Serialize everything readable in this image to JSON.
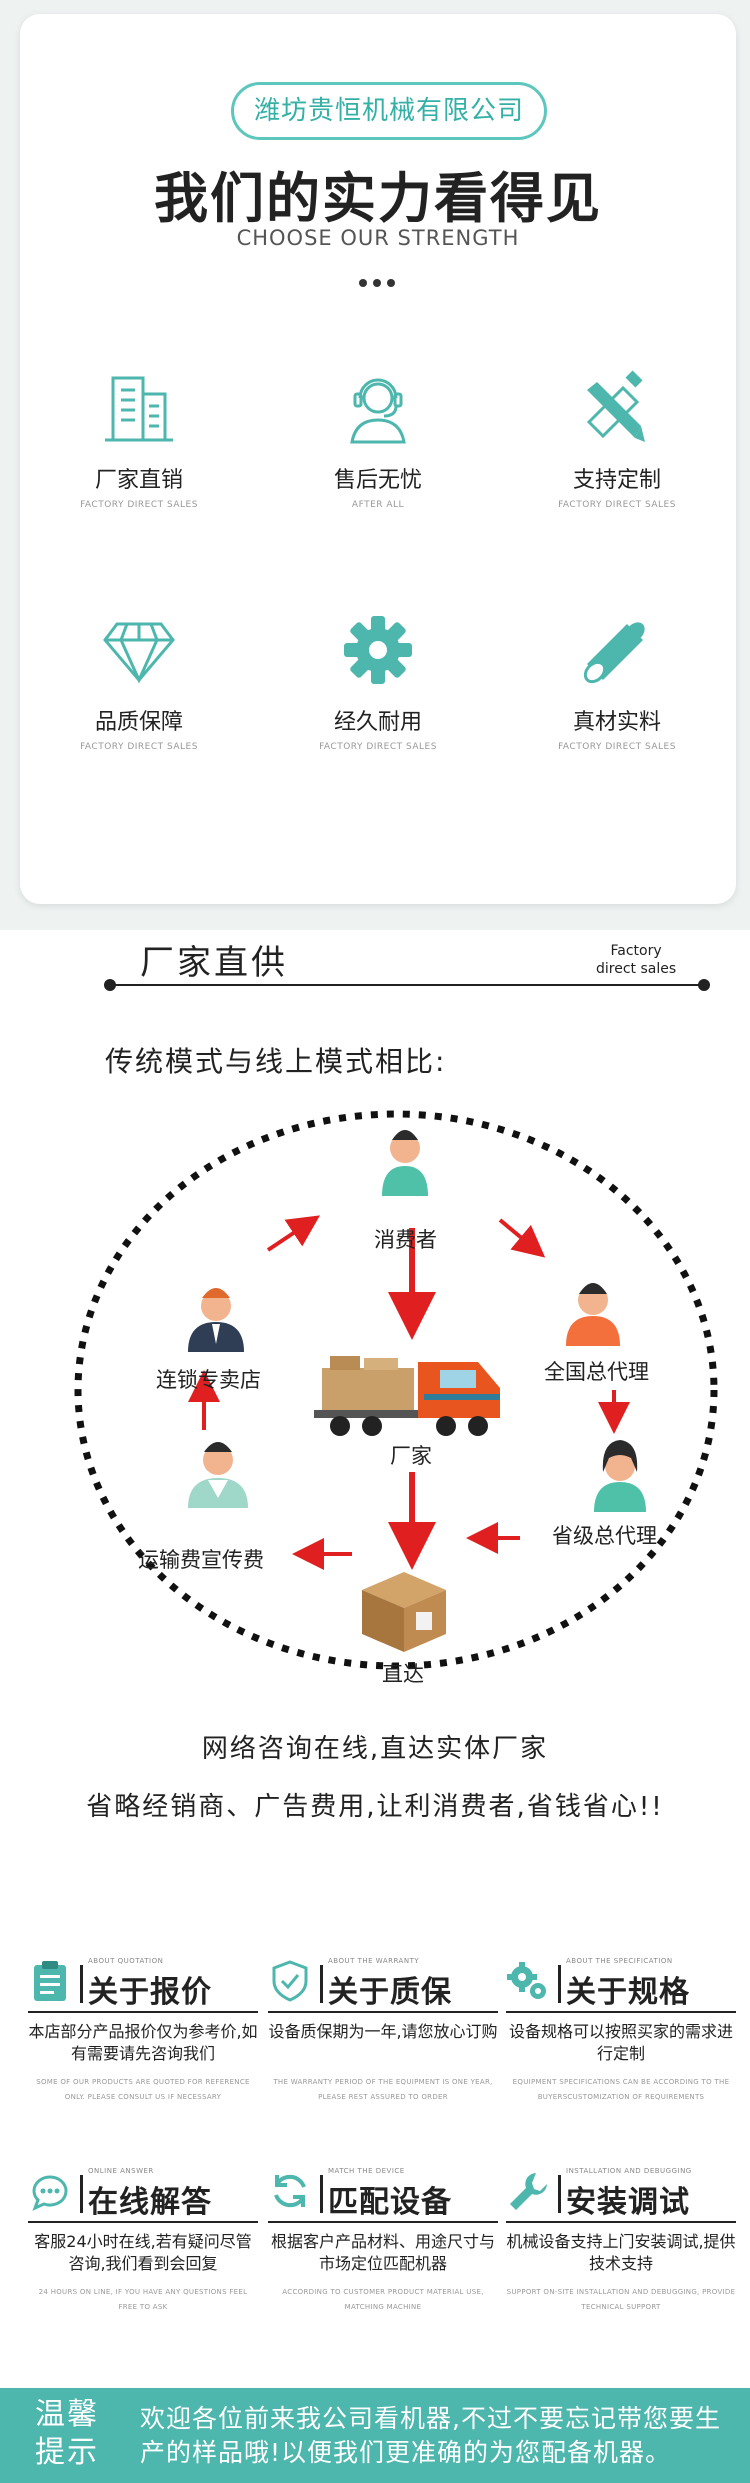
{
  "strength": {
    "company": "潍坊贵恒机械有限公司",
    "title": "我们的实力看得见",
    "subtitle": "CHOOSE OUR STRENGTH",
    "features": [
      {
        "title": "厂家直销",
        "sub": "FACTORY DIRECT SALES",
        "icon": "building-icon"
      },
      {
        "title": "售后无忧",
        "sub": "AFTER ALL",
        "icon": "headset-agent-icon"
      },
      {
        "title": "支持定制",
        "sub": "FACTORY DIRECT SALES",
        "icon": "ruler-pencil-icon"
      },
      {
        "title": "品质保障",
        "sub": "FACTORY DIRECT SALES",
        "icon": "diamond-icon"
      },
      {
        "title": "经久耐用",
        "sub": "FACTORY DIRECT SALES",
        "icon": "gear-icon"
      },
      {
        "title": "真材实料",
        "sub": "FACTORY DIRECT SALES",
        "icon": "pipe-icon"
      }
    ]
  },
  "factory": {
    "title": "厂家直供",
    "title_en_1": "Factory",
    "title_en_2": "direct sales",
    "compare": "传统模式与线上模式相比:",
    "nodes": {
      "consumer": "消费者",
      "national": "全国总代理",
      "province": "省级总代理",
      "direct": "直达",
      "transport": "运输费宣传费",
      "chain": "连锁专卖店",
      "factory": "厂家"
    },
    "slogan1": "网络咨询在线,直达实体厂家",
    "slogan2": "省略经销商、广告费用,让利消费者,省钱省心!!",
    "colors": {
      "arrow": "#e02020",
      "accent": "#4db6ad"
    }
  },
  "info": [
    {
      "en": "ABOUT QUOTATION",
      "title": "关于报价",
      "body": "本店部分产品报价仅为参考价,如有需要请先咨询我们",
      "foot": "SOME OF OUR PRODUCTS ARE QUOTED FOR REFERENCE ONLY. PLEASE CONSULT US IF NECESSARY",
      "icon": "clipboard-icon"
    },
    {
      "en": "ABOUT THE WARRANTY",
      "title": "关于质保",
      "body": "设备质保期为一年,请您放心订购",
      "foot": "THE WARRANTY PERIOD OF THE EQUIPMENT IS ONE YEAR, PLEASE REST ASSURED TO ORDER",
      "icon": "shield-icon"
    },
    {
      "en": "ABOUT THE SPECIFICATION",
      "title": "关于规格",
      "body": "设备规格可以按照买家的需求进行定制",
      "foot": "EQUIPMENT SPECIFICATIONS CAN BE ACCORDING TO THE BUYERSCUSTOMIZATION OF REQUIREMENTS",
      "icon": "gears-icon"
    },
    {
      "en": "ONLINE ANSWER",
      "title": "在线解答",
      "body": "客服24小时在线,若有疑问尽管咨询,我们看到会回复",
      "foot": "24 HOURS ON LINE, IF YOU HAVE ANY QUESTIONS FEEL FREE TO ASK",
      "icon": "chat-icon"
    },
    {
      "en": "MATCH THE DEVICE",
      "title": "匹配设备",
      "body": "根据客户产品材料、用途尺寸与市场定位匹配机器",
      "foot": "ACCORDING TO CUSTOMER PRODUCT MATERIAL USE, MATCHING MACHINE",
      "icon": "refresh-icon"
    },
    {
      "en": "INSTALLATION AND DEBUGGING",
      "title": "安装调试",
      "body": "机械设备支持上门安装调试,提供技术支持",
      "foot": "SUPPORT ON-SITE INSTALLATION AND DEBUGGING, PROVIDE TECHNICAL SUPPORT",
      "icon": "wrench-icon"
    }
  ],
  "tip": {
    "tag1": "温馨",
    "tag2": "提示",
    "text": "欢迎各位前来我公司看机器,不过不要忘记带您要生产的样品哦!以便我们更准确的为您配备机器。"
  }
}
